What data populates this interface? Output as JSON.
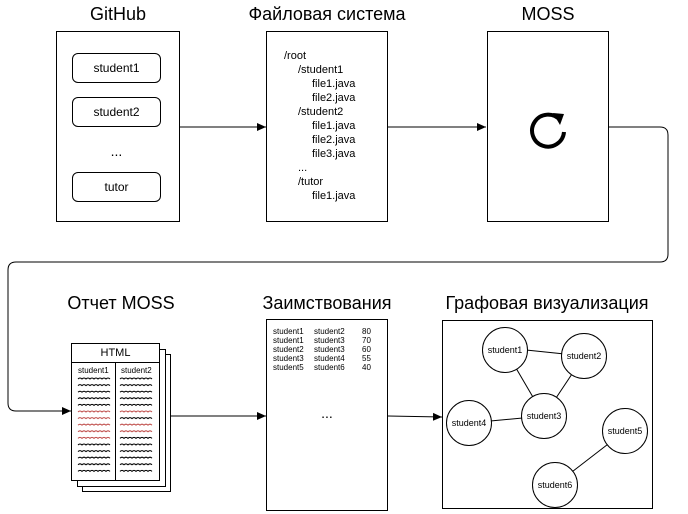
{
  "titles": {
    "github": "GitHub",
    "filesystem": "Файловая система",
    "moss": "MOSS",
    "report": "Отчет MOSS",
    "borrowings": "Заимствования",
    "graph": "Графовая визуализация"
  },
  "github": {
    "items": [
      "student1",
      "student2",
      "...",
      "tutor"
    ]
  },
  "filesystem": {
    "lines": [
      "/root",
      "/student1",
      "file1.java",
      "file2.java",
      "/student2",
      "file1.java",
      "file2.java",
      "file3.java",
      "...",
      "/tutor",
      "file1.java"
    ]
  },
  "moss": {
    "icon": "refresh-icon"
  },
  "report": {
    "header": "HTML",
    "col1": "student1",
    "col2": "student2"
  },
  "borrowings": {
    "rows": [
      [
        "student1",
        "student2",
        "80"
      ],
      [
        "student1",
        "student3",
        "70"
      ],
      [
        "student2",
        "student3",
        "60"
      ],
      [
        "student3",
        "student4",
        "55"
      ],
      [
        "student5",
        "student6",
        "40"
      ]
    ],
    "ellipsis": "..."
  },
  "graph": {
    "nodes": [
      "student1",
      "student2",
      "student3",
      "student4",
      "student5",
      "student6"
    ],
    "edges": [
      [
        "student1",
        "student2"
      ],
      [
        "student1",
        "student3"
      ],
      [
        "student2",
        "student3"
      ],
      [
        "student3",
        "student4"
      ],
      [
        "student5",
        "student6"
      ]
    ]
  },
  "colors": {
    "stroke": "#000000",
    "highlight": "#c0504d"
  }
}
